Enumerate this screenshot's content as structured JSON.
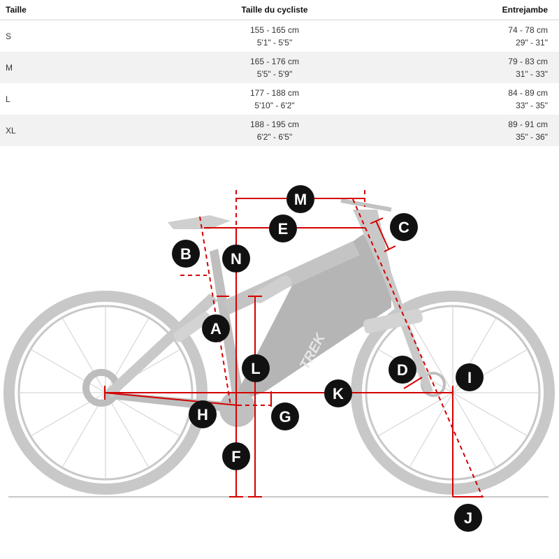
{
  "table": {
    "headers": {
      "size": "Taille",
      "rider": "Taille du cycliste",
      "inseam": "Entrejambe"
    },
    "rows": [
      {
        "size": "S",
        "rider_cm": "155 - 165 cm",
        "rider_in": "5'1\" - 5'5\"",
        "inseam_cm": "74 - 78 cm",
        "inseam_in": "29\" - 31\""
      },
      {
        "size": "M",
        "rider_cm": "165 - 176 cm",
        "rider_in": "5'5\" - 5'9\"",
        "inseam_cm": "79 - 83 cm",
        "inseam_in": "31\" - 33\""
      },
      {
        "size": "L",
        "rider_cm": "177 - 188 cm",
        "rider_in": "5'10\" - 6'2\"",
        "inseam_cm": "84 - 89 cm",
        "inseam_in": "33\" - 35\""
      },
      {
        "size": "XL",
        "rider_cm": "188 - 195 cm",
        "rider_in": "6'2\" - 6'5\"",
        "inseam_cm": "89 - 91 cm",
        "inseam_in": "35\" - 36\""
      }
    ]
  },
  "diagram": {
    "brand": "TREK",
    "labels": {
      "A": "A",
      "B": "B",
      "C": "C",
      "D": "D",
      "E": "E",
      "F": "F",
      "G": "G",
      "H": "H",
      "I": "I",
      "J": "J",
      "K": "K",
      "L": "L",
      "M": "M",
      "N": "N"
    },
    "colors": {
      "dimension": "#d40000",
      "bike": "#c8c8c8",
      "label_disc": "#111111"
    }
  }
}
